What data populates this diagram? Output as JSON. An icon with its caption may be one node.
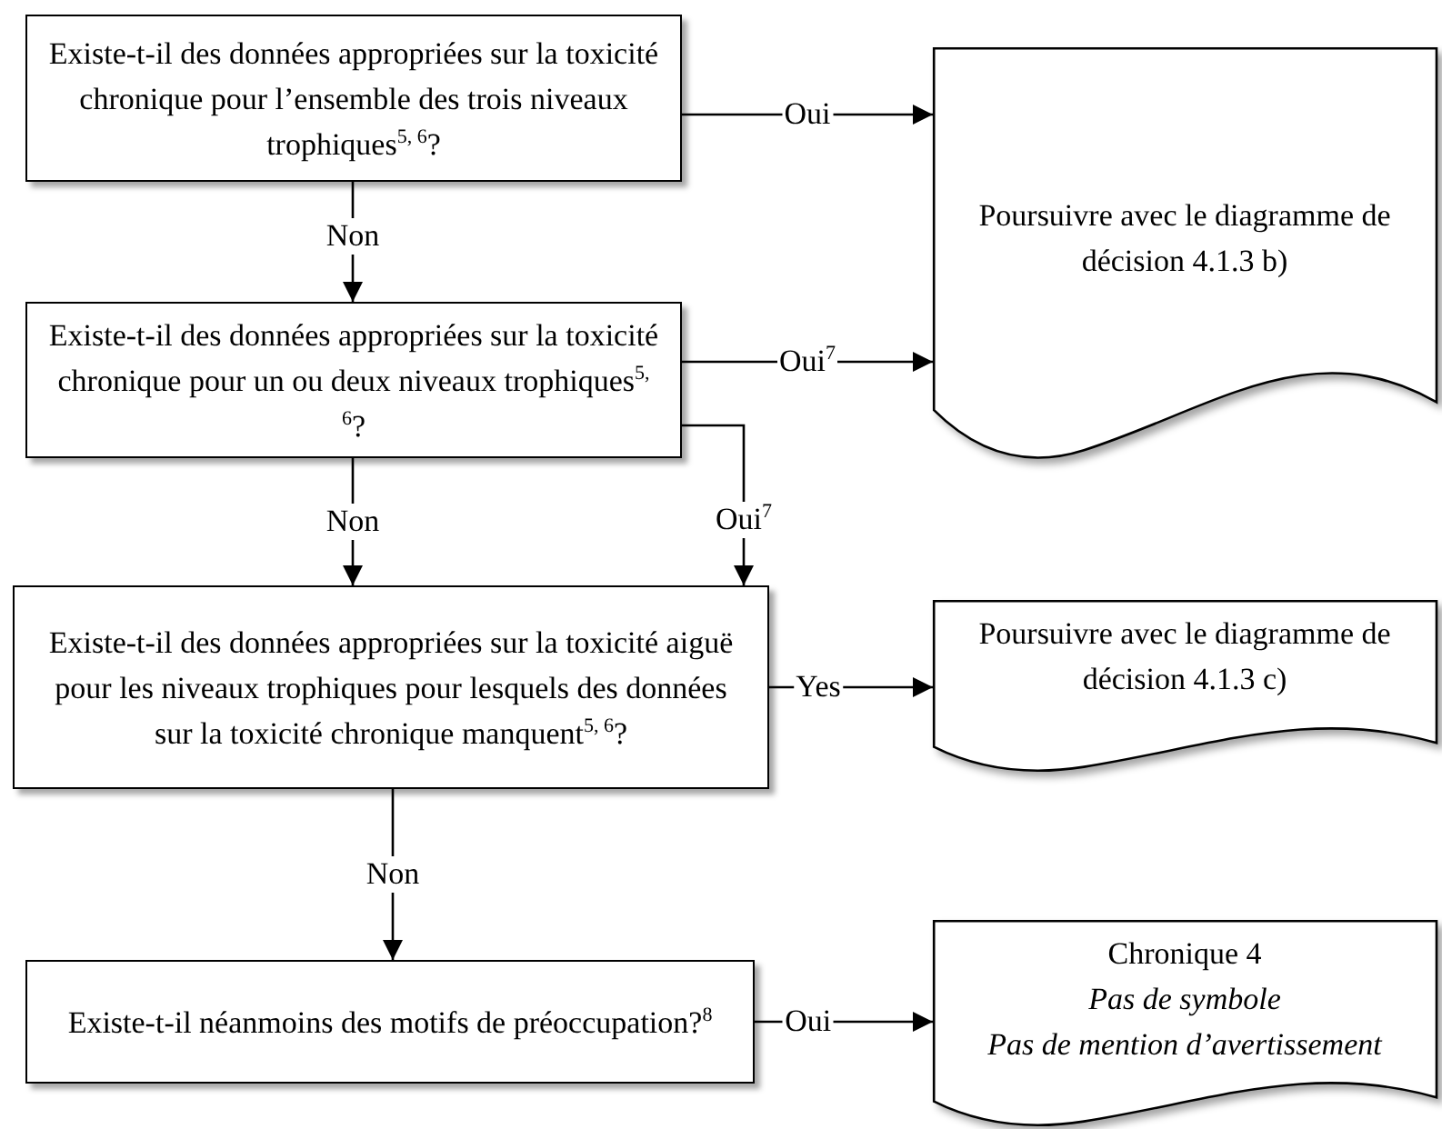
{
  "diagram": {
    "nodes": [
      {
        "text": [
          "Existe-t-il des données appropriées sur la toxicité chronique pour l’ensemble des trois niveaux trophiques$^{5, 6}$?"
        ]
      },
      {
        "text": [
          "Poursuivre avec le diagramme de décision 4.1.3 b)"
        ]
      },
      {
        "text": [
          "Existe-t-il des données appropriées sur la toxicité chronique pour un ou deux niveaux trophiques$^{5, 6}$?"
        ]
      },
      {
        "text": [
          "Existe-t-il des données appropriées sur la toxicité aiguë pour les niveaux trophiques pour lesquels des données sur la toxicité chronique manquent$^{5, 6}$?"
        ]
      },
      {
        "text": [
          "Poursuivre avec le diagramme de décision 4.1.3 c)"
        ]
      },
      {
        "text": [
          "Existe-t-il néanmoins des motifs de préoccupation?$^{8}$"
        ]
      },
      {
        "text": [
          "Chronique 4",
          "Pas de symbole",
          "Pas de mention d’avertissement"
        ]
      }
    ],
    "edges": [
      {
        "from": 0,
        "to": 1,
        "arrow": "to",
        "label": "Oui"
      },
      {
        "from": 0,
        "to": 2,
        "arrow": "to",
        "label": "Non"
      },
      {
        "from": 2,
        "to": 1,
        "arrow": "to",
        "label": "Oui$^{7}$"
      },
      {
        "from": 2,
        "to": 3,
        "arrow": "to",
        "label": "Oui$^{7}$"
      },
      {
        "from": 2,
        "to": 3,
        "arrow": "to",
        "label": "Non"
      },
      {
        "from": 3,
        "to": 4,
        "arrow": "to",
        "label": "Yes"
      },
      {
        "from": 3,
        "to": 5,
        "arrow": "to",
        "label": "Non"
      },
      {
        "from": 5,
        "to": 6,
        "arrow": "to",
        "label": "Oui"
      }
    ]
  }
}
